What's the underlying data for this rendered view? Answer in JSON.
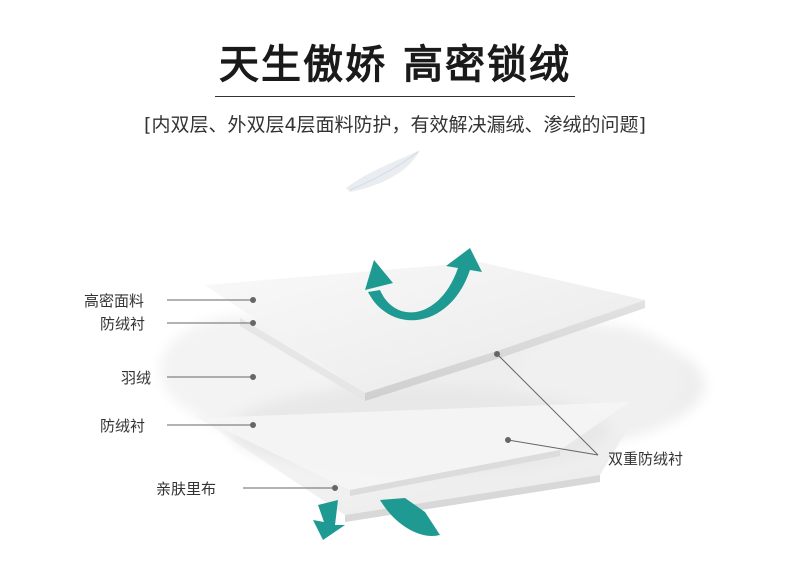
{
  "header": {
    "title": "天生傲娇 高密锁绒",
    "subtitle": "[内双层、外双层4层面料防护，有效解决漏绒、渗绒的问题]"
  },
  "layers": [
    {
      "label": "高密面料"
    },
    {
      "label": "防绒衬"
    },
    {
      "label": "羽绒"
    },
    {
      "label": "防绒衬"
    },
    {
      "label": "亲肤里布"
    }
  ],
  "callout_right": {
    "label": "双重防绒衬"
  },
  "colors": {
    "arrow": "#1f9a93",
    "leader": "#666666",
    "text": "#333333"
  },
  "icons": [
    "feather-icon",
    "airflow-up-arrow-icon",
    "airflow-down-arrow-icon"
  ]
}
